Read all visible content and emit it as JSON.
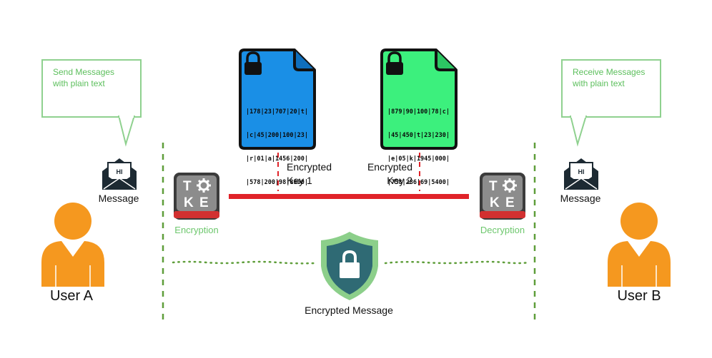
{
  "user_a": {
    "label": "User A",
    "speech": [
      "Send Messages",
      "with plain text"
    ],
    "message_label": "Message",
    "envelope_text": "HI"
  },
  "user_b": {
    "label": "User B",
    "speech": [
      "Receive Messages",
      "with plain text"
    ],
    "message_label": "Message",
    "envelope_text": "HI"
  },
  "encryption": {
    "label": "Encryption",
    "token_letters": [
      "T",
      "K",
      "E"
    ]
  },
  "decryption": {
    "label": "Decryption",
    "token_letters": [
      "T",
      "K",
      "E"
    ]
  },
  "key1": {
    "label": [
      "Encrypted",
      "Key 1"
    ],
    "color": "#1a8fe6",
    "lines": [
      "|178|23|707|20|t|",
      "|c|45|200|100|23|",
      "|r|01|a|1456|200|",
      "|578|200|98|8900|"
    ]
  },
  "key2": {
    "label": [
      "Encrypted",
      "Key 2"
    ],
    "color": "#3cf07d",
    "lines": [
      "|879|90|100|78|c|",
      "|45|450|t|23|230|",
      "|e|05|k|1945|000|",
      "|758|286|69|5400|"
    ]
  },
  "encrypted_message": {
    "label": "Encrypted Message"
  },
  "colors": {
    "person": "#f5981f",
    "channel": "#e02329",
    "divider": "#5f9e3a",
    "shield_outer": "#8ccf8a",
    "shield_inner": "#2f6a74"
  }
}
